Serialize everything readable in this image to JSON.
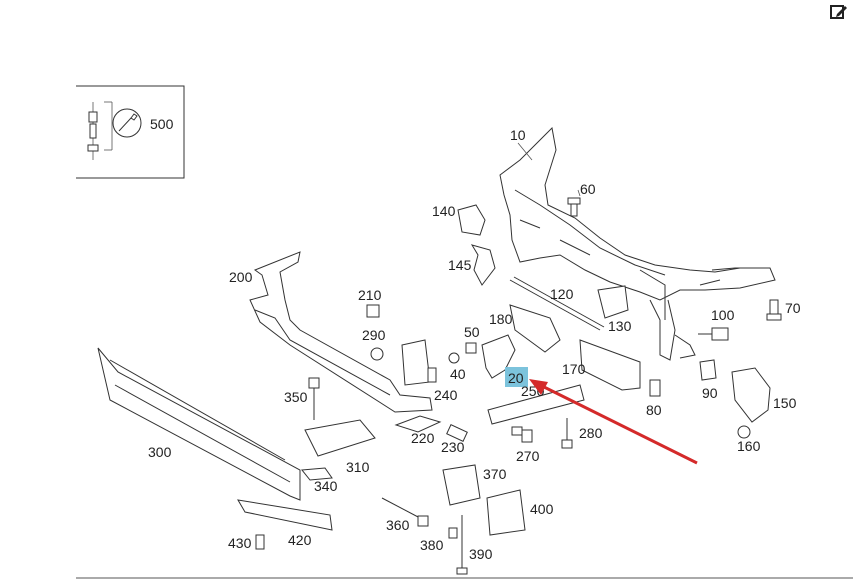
{
  "toolbar": {
    "edit_icon": "edit-icon"
  },
  "diagram": {
    "highlight_color": "#7cc3dc",
    "arrow_color": "#d42a2a",
    "labels": {
      "p10": "10",
      "p20": "20",
      "p40": "40",
      "p50": "50",
      "p60": "60",
      "p70": "70",
      "p80": "80",
      "p90": "90",
      "p100": "100",
      "p120": "120",
      "p130": "130",
      "p140": "140",
      "p145": "145",
      "p150": "150",
      "p160": "160",
      "p170": "170",
      "p180": "180",
      "p200": "200",
      "p210": "210",
      "p220": "220",
      "p230": "230",
      "p240": "240",
      "p250": "250",
      "p270": "270",
      "p280": "280",
      "p290": "290",
      "p300": "300",
      "p310": "310",
      "p340": "340",
      "p350": "350",
      "p360": "360",
      "p370": "370",
      "p380": "380",
      "p390": "390",
      "p400": "400",
      "p420": "420",
      "p430": "430",
      "p500": "500"
    }
  }
}
